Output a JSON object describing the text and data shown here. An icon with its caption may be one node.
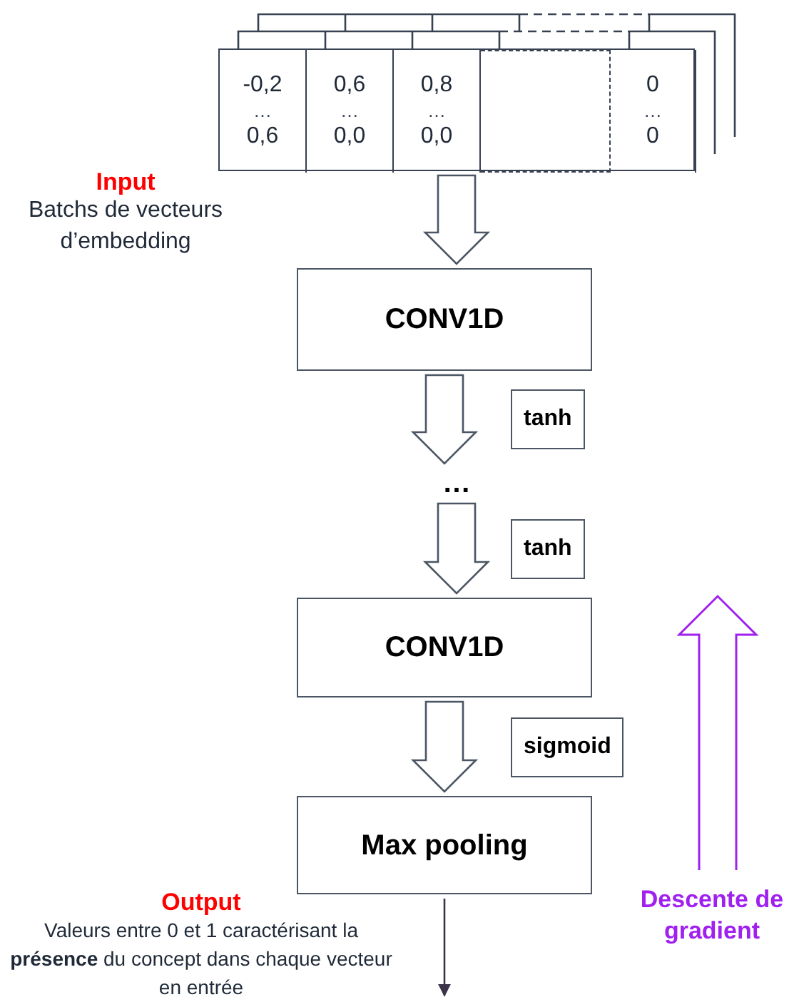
{
  "diagram": {
    "nodes": [
      {
        "text": [],
        "shape": "box"
      },
      {
        "text": [
          "-0,2",
          "…",
          "0,6"
        ],
        "in": 0
      },
      {
        "text": [
          "0,6",
          "…",
          "0,0"
        ],
        "in": 0
      },
      {
        "text": [
          "0,8",
          "…",
          "0,0"
        ],
        "in": 0
      },
      {
        "text": [],
        "shape": "box",
        "in": 0
      },
      {
        "text": [
          "0",
          "…",
          "0"
        ],
        "in": 0
      },
      {
        "text": [
          "CONV1D"
        ]
      },
      {
        "text": [
          "…"
        ]
      },
      {
        "text": [
          "CONV1D"
        ]
      },
      {
        "text": [
          "Max pooling"
        ]
      }
    ],
    "edges": [
      {
        "from": 0,
        "to": 6,
        "arrow": "to"
      },
      {
        "from": 6,
        "to": 7,
        "arrow": "to",
        "label": "tanh"
      },
      {
        "from": 7,
        "to": 8,
        "arrow": "to",
        "label": "tanh"
      },
      {
        "from": 8,
        "to": 9,
        "arrow": "to",
        "label": "sigmoid"
      },
      {
        "from": 9,
        "to": null,
        "arrow": "to"
      }
    ],
    "labels": [
      "Input",
      "Batchs de vecteurs d’embedding",
      "Output",
      "Valeurs entre 0 et 1 caractérisant la **présence** du concept dans chaque vecteur en entrée",
      "Descente de gradient"
    ]
  }
}
